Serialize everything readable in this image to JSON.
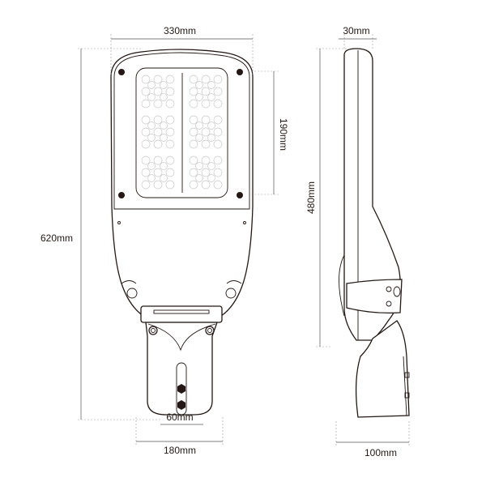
{
  "dimensions": {
    "front_width": "330mm",
    "module_height": "190mm",
    "total_length": "620mm",
    "bracket_width": "60mm",
    "bracket_outer_width": "180mm",
    "side_thickness": "30mm",
    "side_height": "480mm",
    "side_depth": "100mm"
  },
  "colors": {
    "line": "#231815",
    "led": "#c9c9c9"
  }
}
